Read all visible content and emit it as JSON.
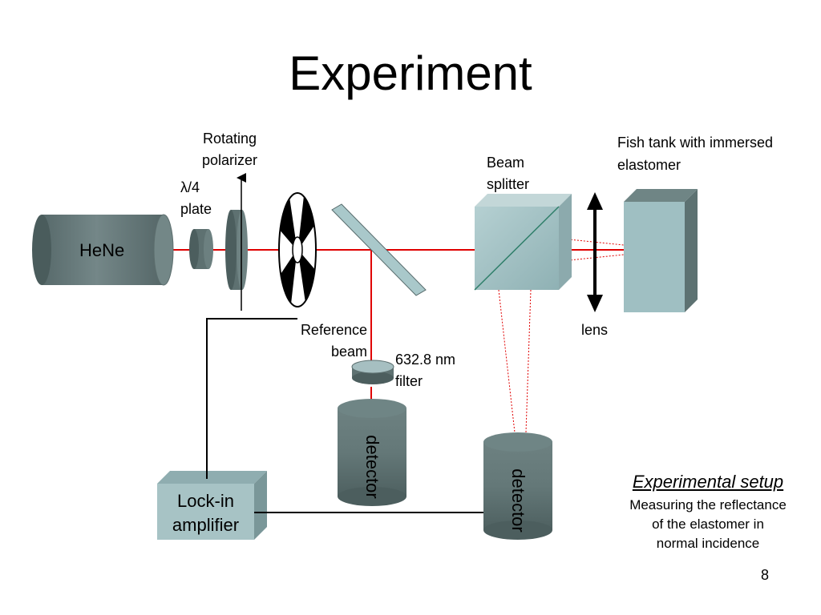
{
  "slide": {
    "title": "Experiment",
    "page_number": "8"
  },
  "labels": {
    "laser": "HeNe",
    "quarter_wave_plate": [
      "λ/4",
      "plate"
    ],
    "rotating_polarizer": [
      "Rotating",
      "polarizer"
    ],
    "beam_splitter": [
      "Beam",
      "splitter"
    ],
    "fish_tank": [
      "Fish tank with immersed",
      "elastomer"
    ],
    "reference_beam": [
      "Reference",
      "beam"
    ],
    "filter": [
      "632.8 nm",
      "filter"
    ],
    "lens": "lens",
    "detector_reference": "detector",
    "detector_signal": "detector",
    "lockin": [
      "Lock-in",
      "amplifier"
    ]
  },
  "caption": {
    "heading": "Experimental setup",
    "lines": [
      "Measuring the reflectance",
      "of the elastomer in",
      "normal incidence"
    ]
  },
  "colors": {
    "beam": "#e00000",
    "component_fill": "#5f7272",
    "component_dark": "#4a5a5a",
    "glass_fill": "#9fbfc2",
    "lockin_fill": "#a7c3c5"
  }
}
